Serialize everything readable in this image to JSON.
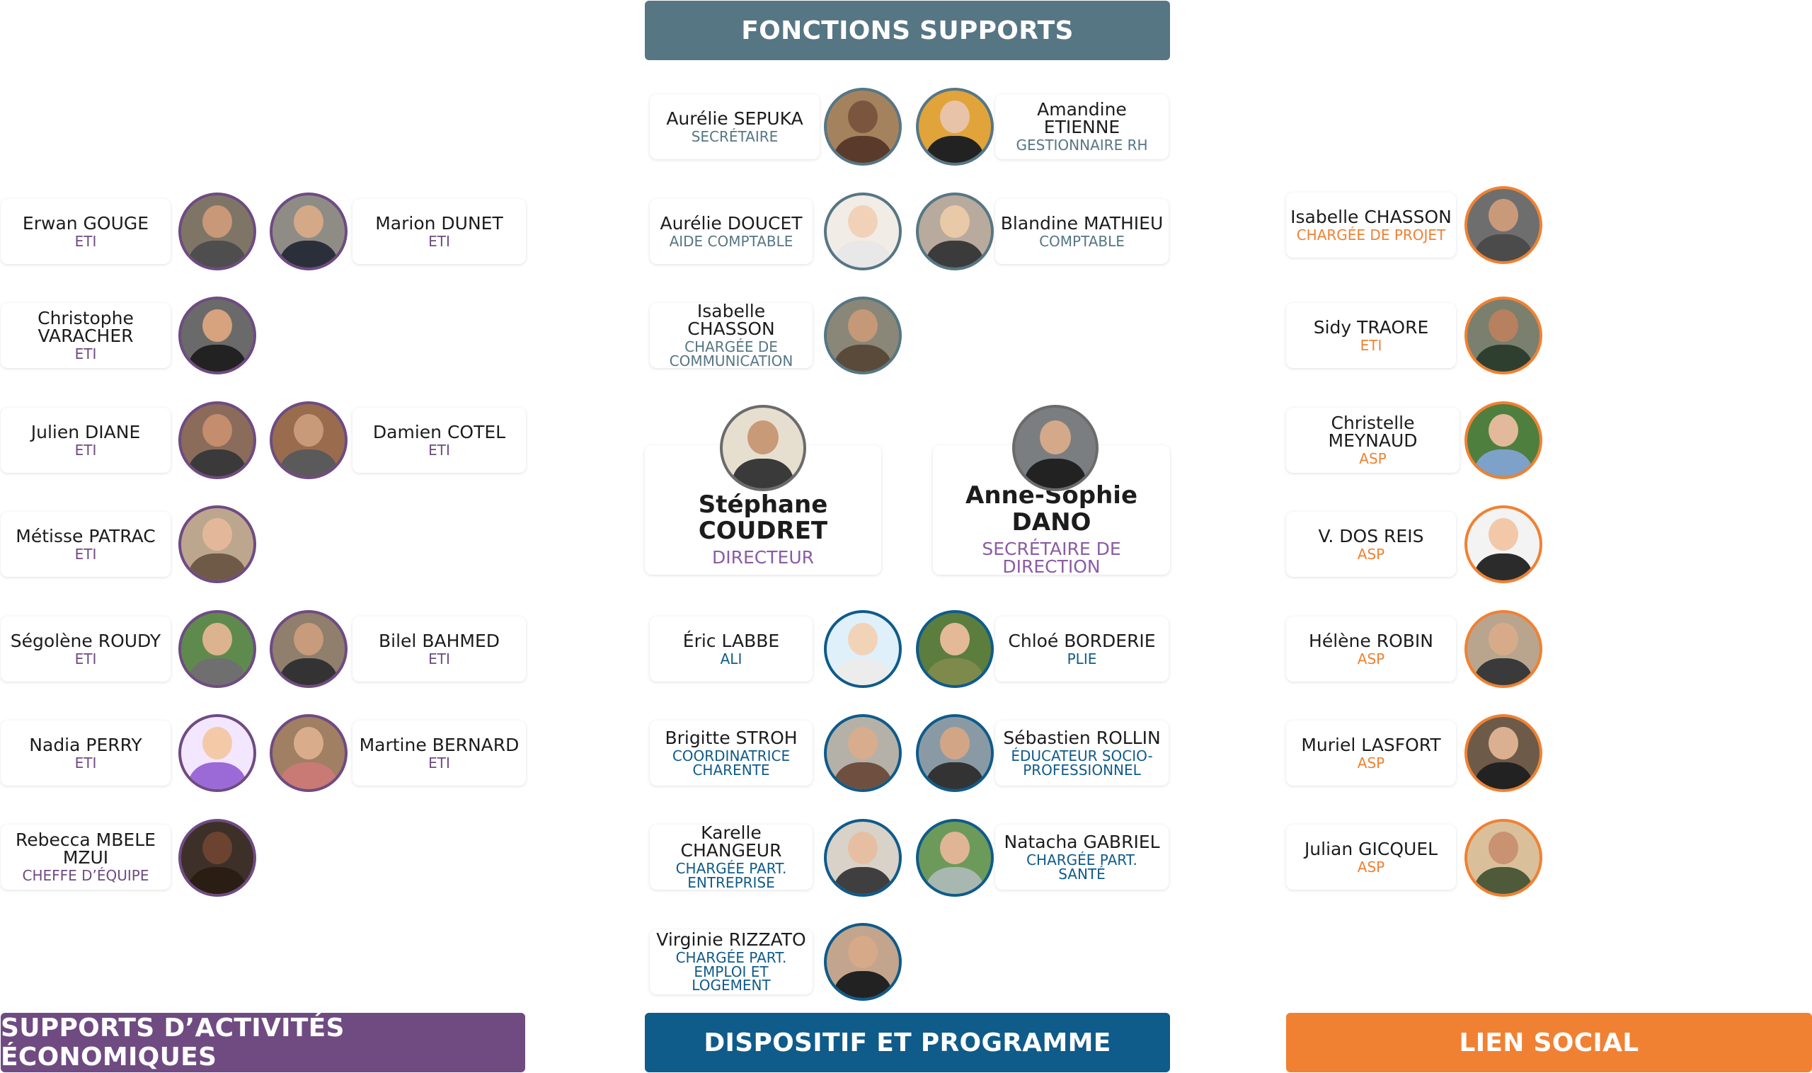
{
  "colors": {
    "fonctions": "#567684",
    "sae": "#6f4b82",
    "dispositif": "#0f5b8a",
    "lien": "#f08132",
    "direction_role": "#8a5ca5"
  },
  "banners": {
    "top": "FONCTIONS SUPPORTS",
    "sae": "SUPPORTS D’ACTIVITÉS ÉCONOMIQUES",
    "dispositif": "DISPOSITIF ET PROGRAMME",
    "lien": "LIEN SOCIAL"
  },
  "direction": {
    "director": {
      "name": "Stéphane COUDRET",
      "role": "DIRECTEUR"
    },
    "secretary": {
      "name": "Anne-Sophie DANO",
      "role": "SECRÉTAIRE DE DIRECTION"
    }
  },
  "people": [
    {
      "name": "Aurélie SEPUKA",
      "role": "SECRÉTAIRE",
      "group": "fonctions"
    },
    {
      "name": "Amandine ETIENNE",
      "role": "GESTIONNAIRE RH",
      "group": "fonctions"
    },
    {
      "name": "Aurélie DOUCET",
      "role": "AIDE COMPTABLE",
      "group": "fonctions"
    },
    {
      "name": "Blandine MATHIEU",
      "role": "COMPTABLE",
      "group": "fonctions"
    },
    {
      "name": "Isabelle CHASSON",
      "role": "CHARGÉE DE COMMUNICATION",
      "group": "fonctions"
    },
    {
      "name": "Erwan GOUGE",
      "role": "ETI",
      "group": "sae"
    },
    {
      "name": "Marion DUNET",
      "role": "ETI",
      "group": "sae"
    },
    {
      "name": "Christophe VARACHER",
      "role": "ETI",
      "group": "sae"
    },
    {
      "name": "Julien DIANE",
      "role": "ETI",
      "group": "sae"
    },
    {
      "name": "Damien COTEL",
      "role": "ETI",
      "group": "sae"
    },
    {
      "name": "Métisse PATRAC",
      "role": "ETI",
      "group": "sae"
    },
    {
      "name": "Ségolène ROUDY",
      "role": "ETI",
      "group": "sae"
    },
    {
      "name": "Bilel BAHMED",
      "role": "ETI",
      "group": "sae"
    },
    {
      "name": "Nadia PERRY",
      "role": "ETI",
      "group": "sae"
    },
    {
      "name": "Martine BERNARD",
      "role": "ETI",
      "group": "sae"
    },
    {
      "name": "Rebecca MBELE MZUI",
      "role": "CHEFFE D’ÉQUIPE",
      "group": "sae"
    },
    {
      "name": "Éric LABBE",
      "role": "ALI",
      "group": "dispositif"
    },
    {
      "name": "Chloé BORDERIE",
      "role": "PLIE",
      "group": "dispositif"
    },
    {
      "name": "Brigitte STROH",
      "role": "COORDINATRICE CHARENTE",
      "group": "dispositif"
    },
    {
      "name": "Sébastien ROLLIN",
      "role": "ÉDUCATEUR SOCIO-PROFESSIONNEL",
      "group": "dispositif"
    },
    {
      "name": "Karelle CHANGEUR",
      "role": "CHARGÉE PART. ENTREPRISE",
      "group": "dispositif"
    },
    {
      "name": "Natacha GABRIEL",
      "role": "CHARGÉE PART. SANTÉ",
      "group": "dispositif"
    },
    {
      "name": "Virginie RIZZATO",
      "role": "CHARGÉE PART. EMPLOI ET LOGEMENT",
      "group": "dispositif"
    },
    {
      "name": "Isabelle CHASSON",
      "role": "CHARGÉE DE PROJET",
      "group": "lien"
    },
    {
      "name": "Sidy TRAORE",
      "role": "ETI",
      "group": "lien"
    },
    {
      "name": "Christelle MEYNAUD",
      "role": "ASP",
      "group": "lien"
    },
    {
      "name": "V. DOS REIS",
      "role": "ASP",
      "group": "lien"
    },
    {
      "name": "Hélène ROBIN",
      "role": "ASP",
      "group": "lien"
    },
    {
      "name": "Muriel LASFORT",
      "role": "ASP",
      "group": "lien"
    },
    {
      "name": "Julian GICQUEL",
      "role": "ASP",
      "group": "lien"
    }
  ]
}
